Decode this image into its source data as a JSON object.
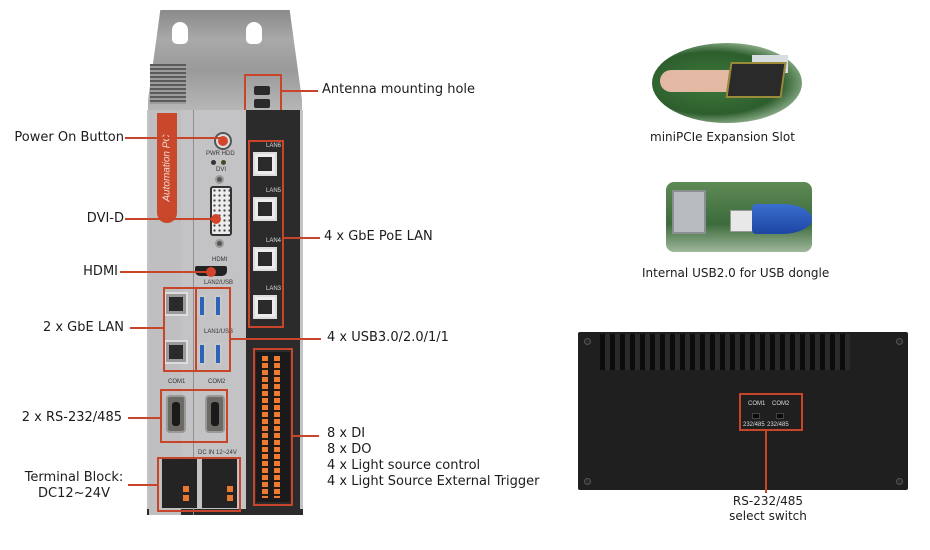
{
  "device": {
    "brand_label": "Automation PC",
    "panel_text": {
      "pwr_hdd": "PWR HDD",
      "dvi": "DVI",
      "hdmi": "HDMI",
      "lan2_usb": "LAN2/USB",
      "lan1_usb": "LAN1/USB",
      "com1": "COM1",
      "com2": "COM2",
      "dc_in": "DC IN 12~24V",
      "lan_ports": [
        "LAN6",
        "LAN5",
        "LAN4",
        "LAN3"
      ]
    }
  },
  "callouts_left": [
    {
      "id": "power-on-button",
      "label": "Power On Button"
    },
    {
      "id": "dvi-d",
      "label": "DVI-D"
    },
    {
      "id": "hdmi",
      "label": "HDMI"
    },
    {
      "id": "gbe-lan",
      "label": "2 x GbE LAN"
    },
    {
      "id": "rs232-485",
      "label": "2 x RS-232/485"
    },
    {
      "id": "terminal-block",
      "label_line1": "Terminal Block:",
      "label_line2": "DC12~24V"
    }
  ],
  "callouts_right": [
    {
      "id": "antenna",
      "label": "Antenna mounting hole"
    },
    {
      "id": "poe-lan",
      "label": "4 x GbE PoE LAN"
    },
    {
      "id": "usb",
      "label": "4 x USB3.0/2.0/1/1"
    },
    {
      "id": "dio",
      "lines": [
        "8 x DI",
        "8 x DO",
        "4 x Light source control",
        "4 x Light Source External Trigger"
      ]
    }
  ],
  "feature_photos": [
    {
      "id": "minipcie",
      "caption": "miniPCIe  Expansion Slot"
    },
    {
      "id": "internal-usb",
      "caption": "Internal USB2.0 for USB dongle"
    },
    {
      "id": "rs-switch",
      "caption_line1": "RS-232/485",
      "caption_line2": "select switch",
      "switch_labels": {
        "com1": "COM1",
        "com2": "COM2",
        "mode1": "232/485",
        "mode2": "232/485"
      }
    }
  ],
  "colors": {
    "accent": "#c8452a",
    "chassis": "#c3c3c5",
    "dark_panel": "#2b2b2b",
    "io_orange": "#ee7b32"
  }
}
